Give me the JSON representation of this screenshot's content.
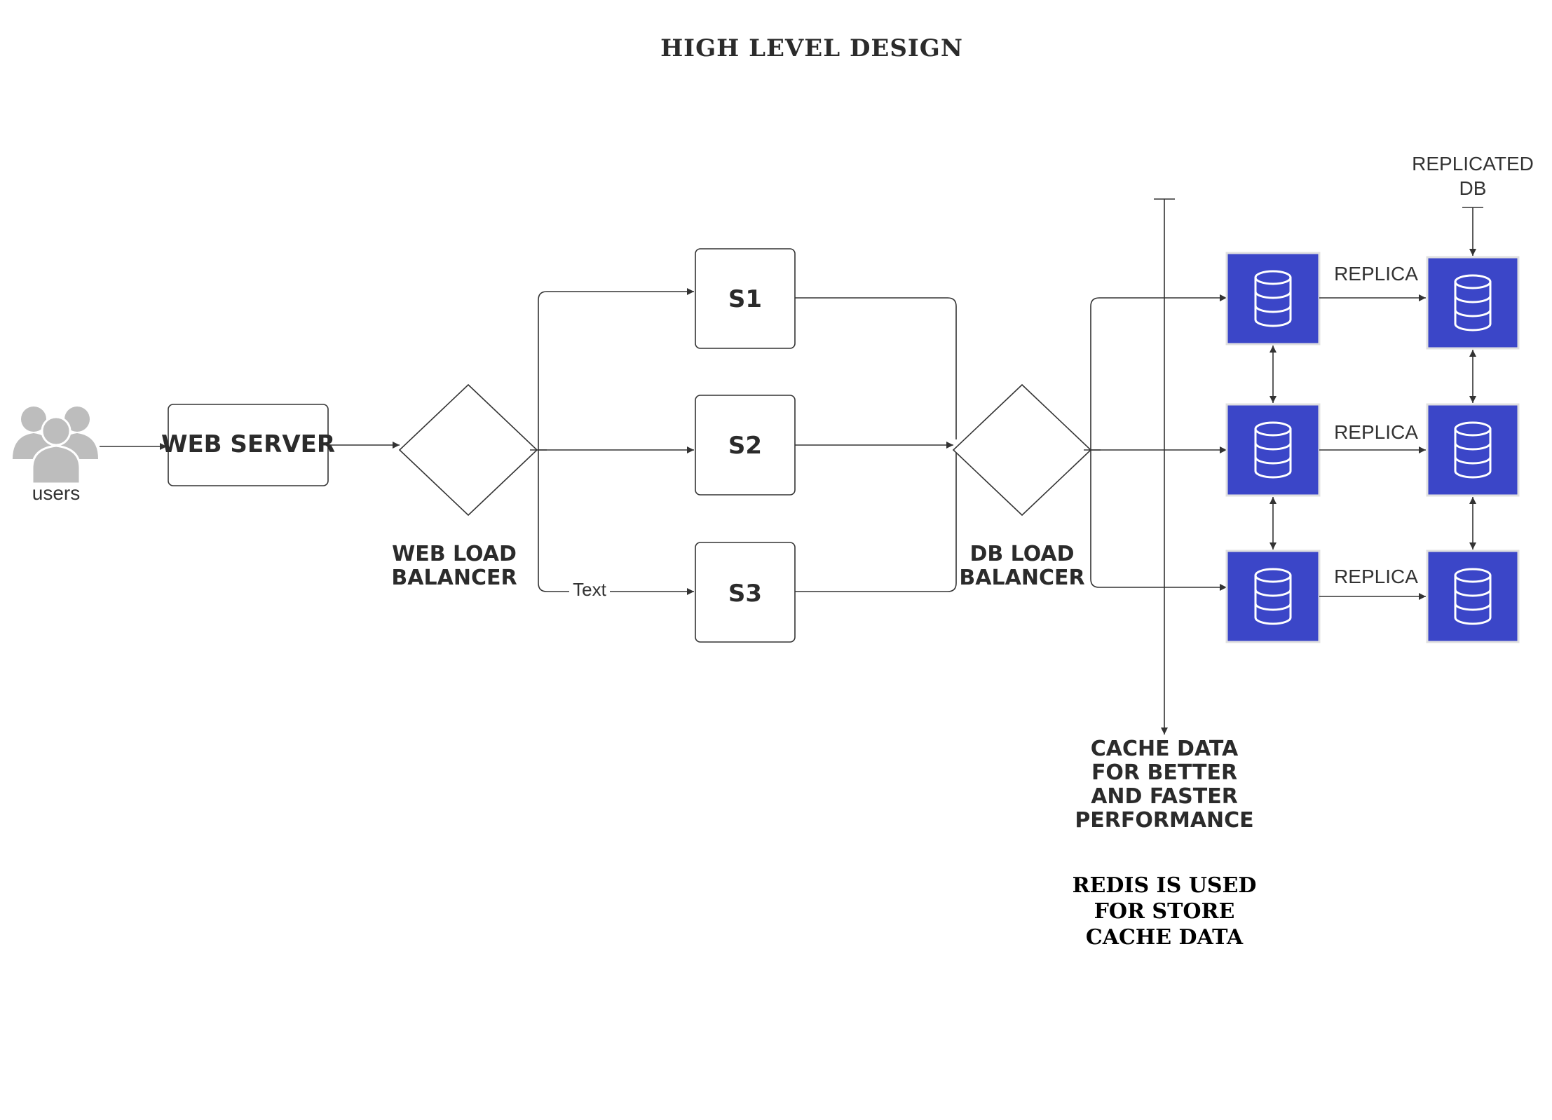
{
  "title": "HIGH LEVEL DESIGN",
  "users_label": "users",
  "web_server_label": "WEB SERVER",
  "web_lb_label": [
    "WEB LOAD",
    "BALANCER"
  ],
  "servers": [
    "S1",
    "S2",
    "S3"
  ],
  "edge_text_label": "Text",
  "db_lb_label": [
    "DB LOAD",
    "BALANCER"
  ],
  "replica_labels": [
    "REPLICA",
    "REPLICA",
    "REPLICA"
  ],
  "replicated_db_label": [
    "REPLICATED",
    "DB"
  ],
  "cache_label": [
    "CACHE DATA",
    "FOR BETTER",
    "AND FASTER",
    "PERFORMANCE"
  ],
  "redis_label": [
    "REDIS IS USED",
    "FOR STORE",
    "CACHE DATA"
  ],
  "colors": {
    "db_fill": "#3b46c8",
    "db_icon": "#ffffff",
    "user_icon": "#bdbdbd",
    "line": "#333333"
  },
  "icons": {
    "users": "users-group-icon",
    "database": "database-icon"
  }
}
